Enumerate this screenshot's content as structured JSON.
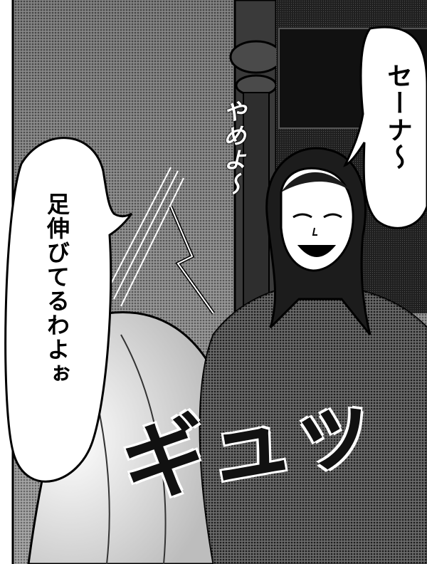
{
  "speech_right": "セーナ〜",
  "speech_left": "足伸びてるわよぉ",
  "sfx_yameyo": "やめよ〜",
  "sfx_gyu": "ギュッ"
}
